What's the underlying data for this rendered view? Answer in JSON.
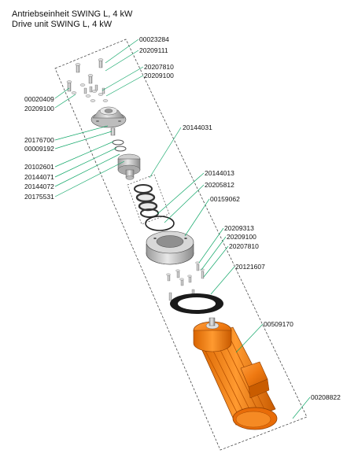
{
  "title_de": "Antriebseinheit SWING L, 4 kW",
  "title_en": "Drive unit SWING L, 4 kW",
  "colors": {
    "leader": "#13a86a",
    "motor": "#f07a12",
    "metal": "#cfcfcf"
  },
  "parts": {
    "p00023284": "00023284",
    "p20209111": "20209111",
    "p20207810a": "20207810",
    "p20209100a": "20209100",
    "p00020409": "00020409",
    "p20209100b": "20209100",
    "p20144031": "20144031",
    "p20176700": "20176700",
    "p00009192": "00009192",
    "p20102601": "20102601",
    "p20144071": "20144071",
    "p20144072": "20144072",
    "p20175531": "20175531",
    "p20144013": "20144013",
    "p20205812": "20205812",
    "p00159062": "00159062",
    "p20209313": "20209313",
    "p20209100c": "20209100",
    "p20207810b": "20207810",
    "p20121607": "20121607",
    "p00509170": "00509170",
    "p00208822": "00208822"
  }
}
